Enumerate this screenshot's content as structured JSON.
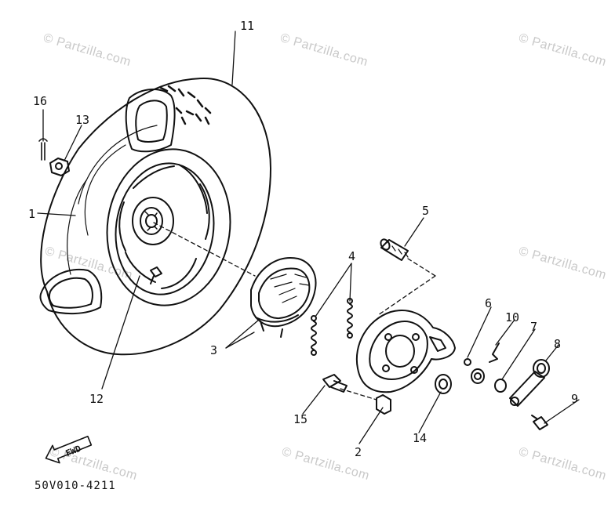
{
  "watermark": "© Partzilla.com",
  "diagram_code": "50V010-4211",
  "fwd_label": "FWD",
  "callouts": {
    "c1": "1",
    "c2": "2",
    "c3": "3",
    "c4": "4",
    "c5": "5",
    "c6": "6",
    "c7": "7",
    "c8": "8",
    "c9": "9",
    "c10": "10",
    "c11": "11",
    "c12": "12",
    "c13": "13",
    "c14": "14",
    "c15": "15",
    "c16": "16"
  }
}
